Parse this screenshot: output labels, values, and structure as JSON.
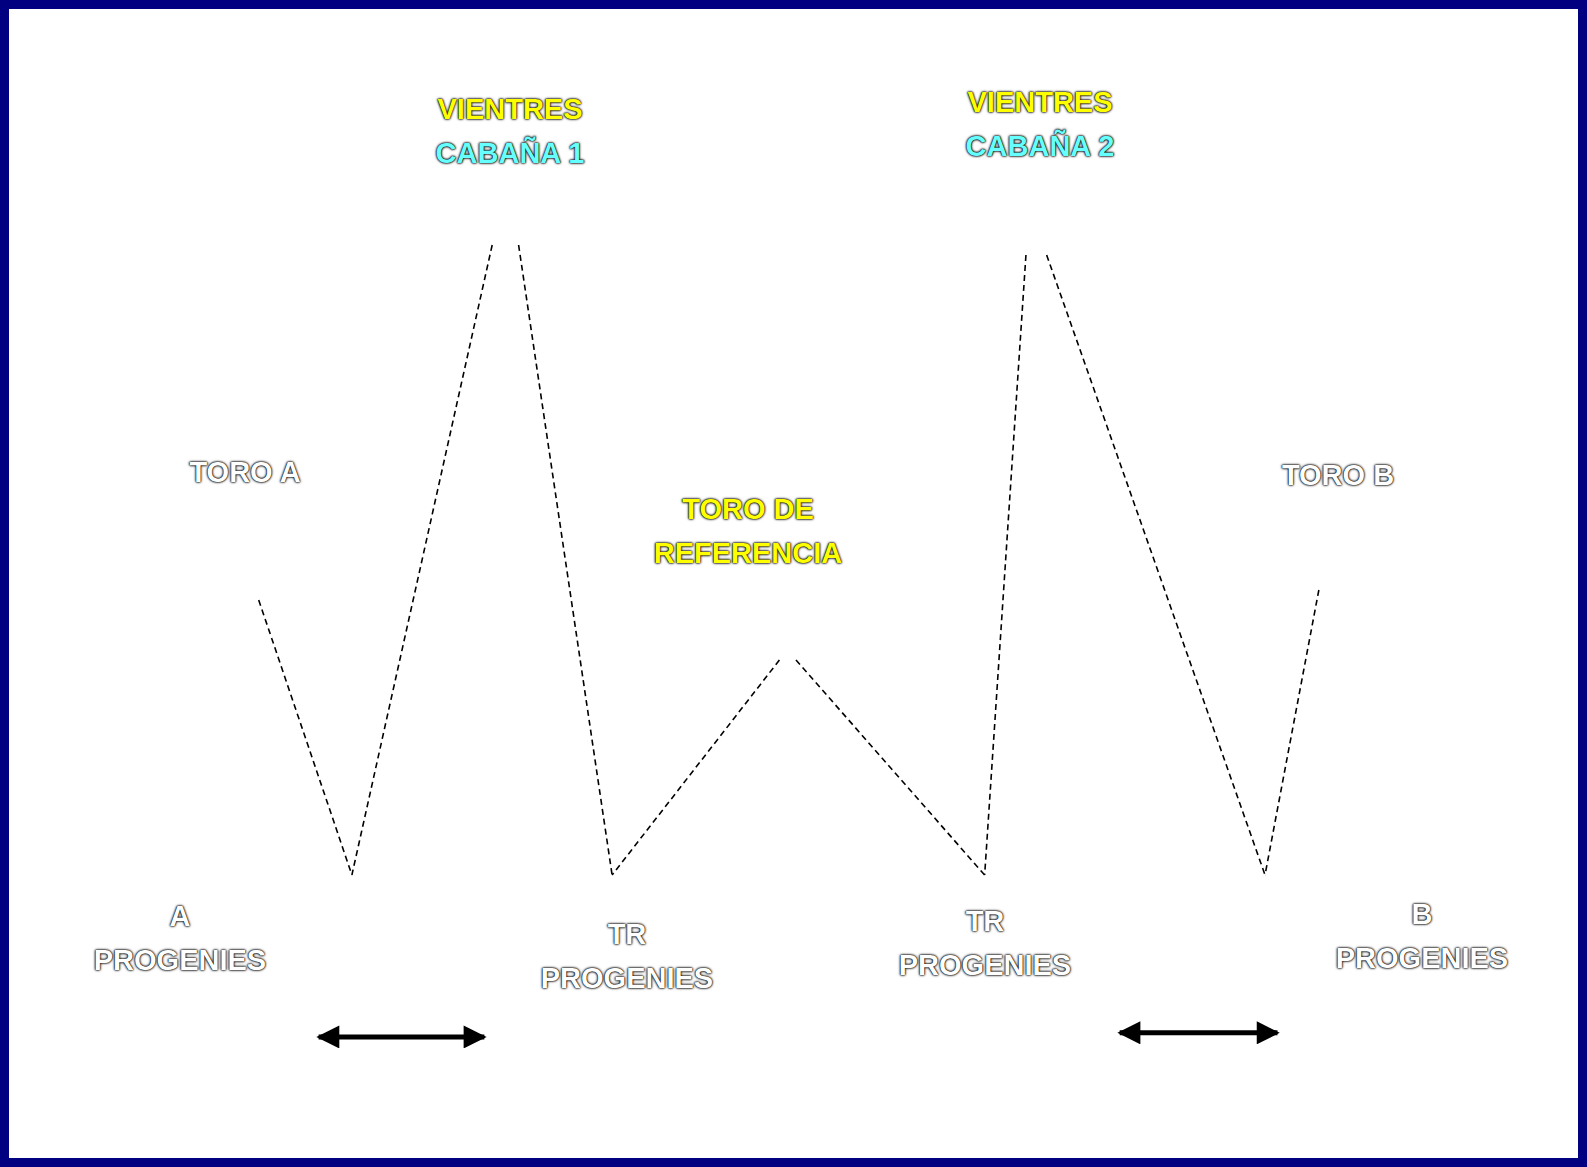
{
  "diagram": {
    "nodes": [
      {
        "text": [
          "VIENTRES",
          "CABAÑA 1"
        ]
      },
      {
        "text": [
          "VIENTRES",
          "CABAÑA 2"
        ]
      },
      {
        "text": [
          "TORO A"
        ]
      },
      {
        "text": [
          "TORO DE REFERENCIA"
        ]
      },
      {
        "text": [
          "TORO B"
        ]
      },
      {
        "text": [
          "A PROGENIES"
        ]
      },
      {
        "text": [
          "TR PROGENIES"
        ]
      },
      {
        "text": [
          "TR PROGENIES"
        ]
      },
      {
        "text": [
          "B PROGENIES"
        ]
      }
    ],
    "edges": [
      {
        "from": 0,
        "to": 5,
        "arrow": "none"
      },
      {
        "from": 2,
        "to": 5,
        "arrow": "none"
      },
      {
        "from": 0,
        "to": 6,
        "arrow": "none"
      },
      {
        "from": 3,
        "to": 6,
        "arrow": "none"
      },
      {
        "from": 3,
        "to": 7,
        "arrow": "none"
      },
      {
        "from": 1,
        "to": 7,
        "arrow": "none"
      },
      {
        "from": 1,
        "to": 8,
        "arrow": "none"
      },
      {
        "from": 4,
        "to": 8,
        "arrow": "none"
      },
      {
        "from": 5,
        "to": 6,
        "arrow": "both"
      },
      {
        "from": 7,
        "to": 8,
        "arrow": "both"
      }
    ]
  }
}
